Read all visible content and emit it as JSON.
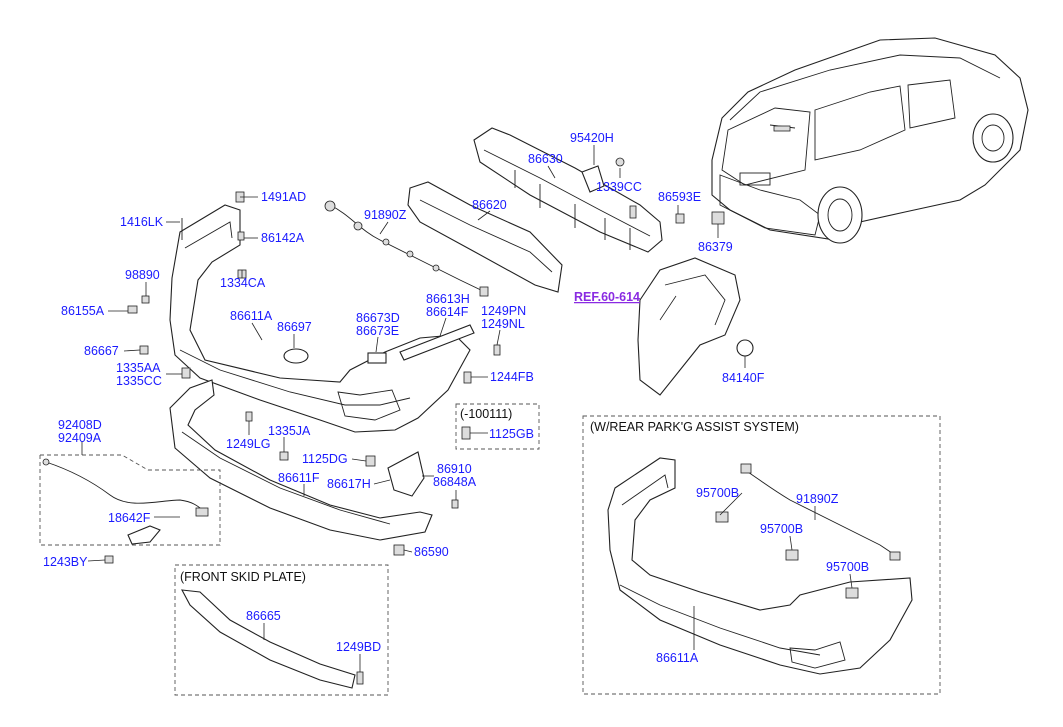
{
  "part_labels": {
    "p95420H": "95420H",
    "p86630": "86630",
    "p1339CC": "1339CC",
    "p86620": "86620",
    "p86593E": "86593E",
    "p86379": "86379",
    "p1491AD": "1491AD",
    "p1416LK": "1416LK",
    "p86142A": "86142A",
    "p91890Z_top": "91890Z",
    "p98890": "98890",
    "p1334CA": "1334CA",
    "p86155A": "86155A",
    "p86611A_top": "86611A",
    "p86697": "86697",
    "p86673D": "86673D",
    "p86673E": "86673E",
    "p86613H": "86613H",
    "p86614F": "86614F",
    "p1249PN": "1249PN",
    "p1249NL": "1249NL",
    "p86667": "86667",
    "p1335AA": "1335AA",
    "p1335CC": "1335CC",
    "p1244FB": "1244FB",
    "p84140F": "84140F",
    "p100111": "(-100111)",
    "p1125GB": "1125GB",
    "p92408D": "92408D",
    "p92409A": "92409A",
    "p1249LG": "1249LG",
    "p1335JA": "1335JA",
    "p1125DG": "1125DG",
    "p86910": "86910",
    "p86848A": "86848A",
    "p86611F": "86611F",
    "p86617H": "86617H",
    "p18642F": "18642F",
    "p1243BY": "1243BY",
    "p86590": "86590",
    "p86665": "86665",
    "p1249BD": "1249BD",
    "p95700B_1": "95700B",
    "p91890Z_pas": "91890Z",
    "p95700B_2": "95700B",
    "p95700B_3": "95700B",
    "p86611A_pas": "86611A"
  },
  "ref_link": "REF.60-614",
  "boxes": {
    "front_skid_plate": "(FRONT SKID PLATE)",
    "rear_park_assist": "(W/REAR PARK'G ASSIST SYSTEM)"
  }
}
